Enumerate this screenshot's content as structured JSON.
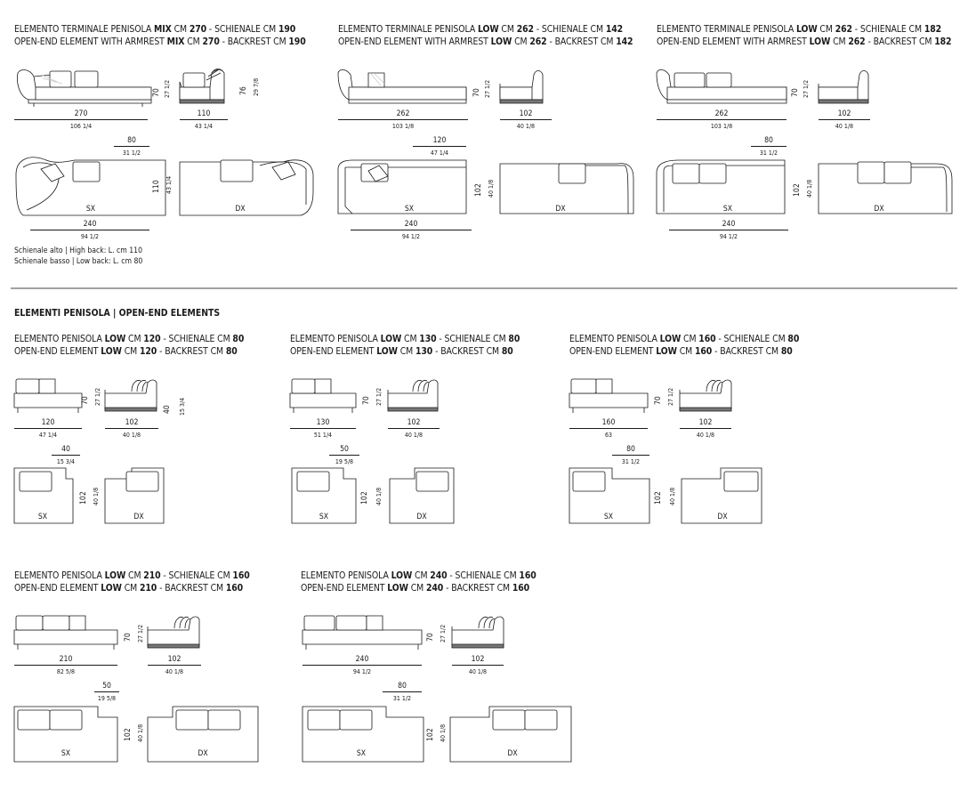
{
  "colors": {
    "ink": "#1a1a1a",
    "cushion": "#c9c9c9",
    "shade": "#e8e8e8",
    "background": "#ffffff"
  },
  "elements": [
    {
      "title_it": [
        "ELEMENTO TERMINALE PENISOLA ",
        "MIX",
        " CM ",
        "270",
        " - SCHIENALE CM ",
        "190"
      ],
      "title_en": [
        "OPEN-END ELEMENT WITH ARMREST ",
        "MIX",
        " CM ",
        "270",
        " - BACKREST CM ",
        "190"
      ],
      "front_w": "270",
      "front_w_in": "106 1/4",
      "side_w": "110",
      "side_w_in": "43 1/4",
      "h": "70",
      "h_in": "27 1/2",
      "h2": "76",
      "h2_in": "29 7/8",
      "top_w": "240",
      "top_w_in": "94 1/2",
      "back_w": "80",
      "back_w_in": "31 1/2",
      "depth": "110",
      "depth_in": "43 1/4",
      "sx": "SX",
      "dx": "DX",
      "notes": [
        "Schienale alto | High back: L. cm 110",
        "Schienale basso | Low back: L. cm 80"
      ]
    },
    {
      "title_it": [
        "ELEMENTO TERMINALE PENISOLA ",
        "LOW",
        " CM ",
        "262",
        " - SCHIENALE CM ",
        "142"
      ],
      "title_en": [
        "OPEN-END ELEMENT WITH ARMREST ",
        "LOW",
        " CM ",
        "262",
        " - BACKREST CM ",
        "142"
      ],
      "front_w": "262",
      "front_w_in": "103 1/8",
      "side_w": "102",
      "side_w_in": "40 1/8",
      "h": "70",
      "h_in": "27 1/2",
      "top_w": "240",
      "top_w_in": "94 1/2",
      "back_w": "120",
      "back_w_in": "47 1/4",
      "depth": "102",
      "depth_in": "40 1/8",
      "sx": "SX",
      "dx": "DX"
    },
    {
      "title_it": [
        "ELEMENTO TERMINALE PENISOLA ",
        "LOW",
        " CM ",
        "262",
        " - SCHIENALE CM ",
        "182"
      ],
      "title_en": [
        "OPEN-END ELEMENT WITH ARMREST ",
        "LOW",
        " CM ",
        "262",
        " - BACKREST CM ",
        "182"
      ],
      "front_w": "262",
      "front_w_in": "103 1/8",
      "side_w": "102",
      "side_w_in": "40 1/8",
      "h": "70",
      "h_in": "27 1/2",
      "top_w": "240",
      "top_w_in": "94 1/2",
      "back_w": "80",
      "back_w_in": "31 1/2",
      "depth": "102",
      "depth_in": "40 1/8",
      "sx": "SX",
      "dx": "DX"
    }
  ],
  "section_title": "ELEMENTI PENISOLA  |  OPEN-END ELEMENTS",
  "open_end": [
    {
      "title_it": [
        "ELEMENTO PENISOLA ",
        "LOW",
        " CM ",
        "120",
        " - SCHIENALE CM ",
        "80"
      ],
      "title_en": [
        "OPEN-END ELEMENT ",
        "LOW",
        " CM ",
        "120",
        " - BACKREST CM ",
        "80"
      ],
      "front_w": "120",
      "front_w_in": "47 1/4",
      "side_w": "102",
      "side_w_in": "40 1/8",
      "h": "70",
      "h_in": "27 1/2",
      "h2": "40",
      "h2_in": "15 3/4",
      "back_w": "40",
      "back_w_in": "15 3/4",
      "depth": "102",
      "depth_in": "40 1/8",
      "sx": "SX",
      "dx": "DX"
    },
    {
      "title_it": [
        "ELEMENTO PENISOLA ",
        "LOW",
        " CM ",
        "130",
        " - SCHIENALE CM ",
        "80"
      ],
      "title_en": [
        "OPEN-END ELEMENT ",
        "LOW",
        " CM ",
        "130",
        " - BACKREST CM ",
        "80"
      ],
      "front_w": "130",
      "front_w_in": "51 1/4",
      "side_w": "102",
      "side_w_in": "40 1/8",
      "h": "70",
      "h_in": "27 1/2",
      "back_w": "50",
      "back_w_in": "19 5/8",
      "depth": "102",
      "depth_in": "40 1/8",
      "sx": "SX",
      "dx": "DX"
    },
    {
      "title_it": [
        "ELEMENTO PENISOLA ",
        "LOW",
        " CM ",
        "160",
        " - SCHIENALE CM ",
        "80"
      ],
      "title_en": [
        "OPEN-END ELEMENT ",
        "LOW",
        " CM ",
        "160",
        " - BACKREST CM ",
        "80"
      ],
      "front_w": "160",
      "front_w_in": "63",
      "side_w": "102",
      "side_w_in": "40 1/8",
      "h": "70",
      "h_in": "27 1/2",
      "back_w": "80",
      "back_w_in": "31 1/2",
      "depth": "102",
      "depth_in": "40 1/8",
      "sx": "SX",
      "dx": "DX"
    },
    {
      "title_it": [
        "ELEMENTO PENISOLA ",
        "LOW",
        " CM ",
        "210",
        " - SCHIENALE CM ",
        "160"
      ],
      "title_en": [
        "OPEN-END ELEMENT ",
        "LOW",
        " CM ",
        "210",
        " - BACKREST CM ",
        "160"
      ],
      "front_w": "210",
      "front_w_in": "82 5/8",
      "side_w": "102",
      "side_w_in": "40 1/8",
      "h": "70",
      "h_in": "27 1/2",
      "back_w": "50",
      "back_w_in": "19 5/8",
      "depth": "102",
      "depth_in": "40 1/8",
      "sx": "SX",
      "dx": "DX"
    },
    {
      "title_it": [
        "ELEMENTO PENISOLA ",
        "LOW",
        " CM ",
        "240",
        " - SCHIENALE CM ",
        "160"
      ],
      "title_en": [
        "OPEN-END ELEMENT ",
        "LOW",
        " CM ",
        "240",
        " - BACKREST CM ",
        "160"
      ],
      "front_w": "240",
      "front_w_in": "94 1/2",
      "side_w": "102",
      "side_w_in": "40 1/8",
      "h": "70",
      "h_in": "27 1/2",
      "back_w": "80",
      "back_w_in": "31 1/2",
      "depth": "102",
      "depth_in": "40 1/8",
      "sx": "SX",
      "dx": "DX"
    }
  ]
}
